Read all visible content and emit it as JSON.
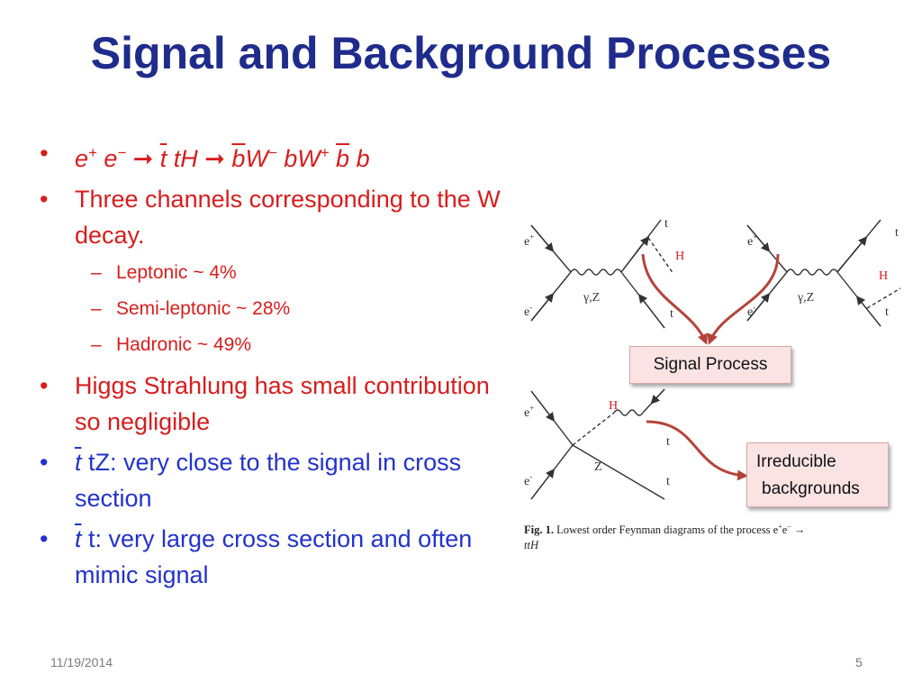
{
  "title": "Signal and Background Processes",
  "bullets": {
    "b1": {
      "p1": "e",
      "p2": "+",
      "p3": " e",
      "p4": "−",
      "p5": " ➞ ",
      "p6": "t",
      "p7": " tH ",
      "p8": "➞ ",
      "p9": "b",
      "p10": "W",
      "p11": "−",
      "p12": " bW",
      "p13": "+",
      "p14": " ",
      "p15": "b",
      "p16": " b"
    },
    "b2": "Three channels corresponding to the W decay.",
    "sub": [
      "Leptonic ~ 4%",
      "Semi-leptonic ~ 28%",
      "Hadronic ~ 49%"
    ],
    "b3": "Higgs Strahlung has small contribution so negligible",
    "b4": {
      "bar": "t",
      "text": " tZ: very close to the signal in cross section"
    },
    "b5": {
      "bar": "t",
      "text": " t: very large cross section and often mimic signal"
    }
  },
  "diagram": {
    "labels": {
      "e_plus": "e",
      "e_minus": "e",
      "plus": "+",
      "minus": "-",
      "gz": "γ,Z",
      "z": "Z",
      "t": "t",
      "tbar": "t",
      "h": "H"
    },
    "caption_bold": "Fig. 1.",
    "caption_rest": " Lowest order Feynman diagrams of the process e",
    "caption_sup1": "+",
    "caption_mid": "e",
    "caption_sup2": "−",
    "caption_arrow": " →",
    "caption_line2": "ttH"
  },
  "callouts": {
    "signal": "Signal Process",
    "irreducible_line1": "Irreducible",
    "irreducible_line2": "backgrounds"
  },
  "footer": {
    "date": "11/19/2014",
    "page": "5"
  },
  "colors": {
    "title": "#1f2c8c",
    "red": "#d81d1d",
    "blue": "#2233cc",
    "arrow": "#b5433a",
    "callout_bg": "#fbe3e3"
  }
}
